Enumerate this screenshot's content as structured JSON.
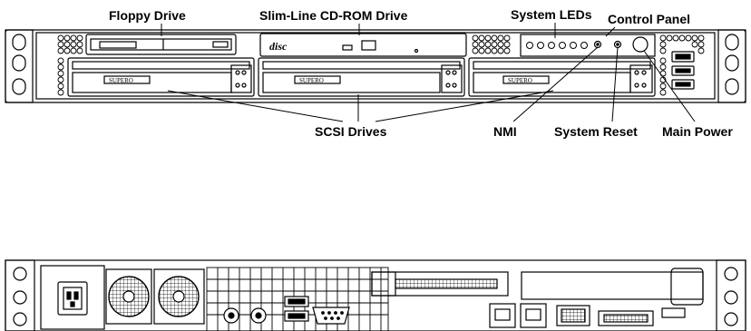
{
  "front_panel": {
    "callouts": {
      "floppy_drive": "Floppy Drive",
      "cdrom_drive": "Slim-Line  CD-ROM  Drive",
      "system_leds": "System LEDs",
      "control_panel": "Control Panel",
      "scsi_drives": "SCSI Drives",
      "nmi": "NMI",
      "system_reset": "System Reset",
      "main_power": "Main Power"
    },
    "drive_bay_brand": "SUPERO",
    "cdrom_logo": "disc"
  },
  "rear_panel": {}
}
